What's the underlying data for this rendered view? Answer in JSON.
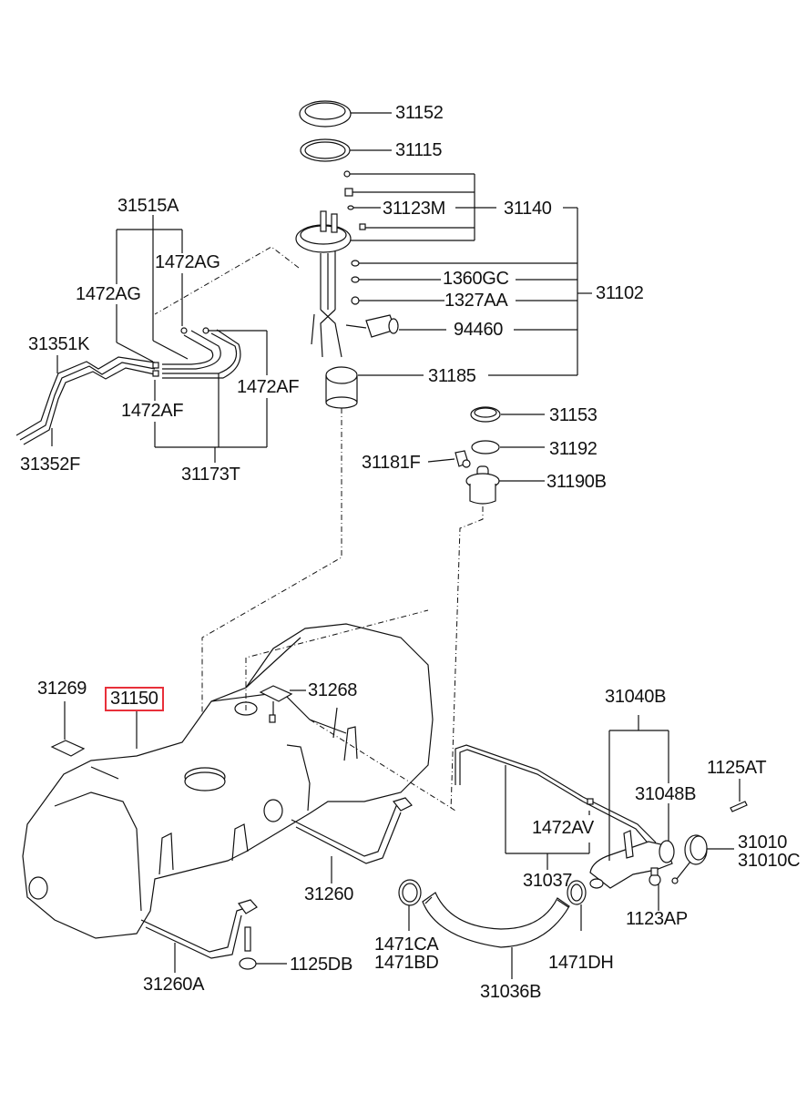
{
  "diagram": {
    "title": "Fuel Tank Assembly - Exploded Parts Diagram",
    "highlight_color": "#e8303a",
    "highlighted_part": "31150",
    "labels": {
      "p31152": "31152",
      "p31115": "31115",
      "p31123M": "31123M",
      "p31140": "31140",
      "p31515A": "31515A",
      "p1472AG_a": "1472AG",
      "p1472AG_b": "1472AG",
      "p1360GC": "1360GC",
      "p1327AA": "1327AA",
      "p31102": "31102",
      "p94460": "94460",
      "p31351K": "31351K",
      "p1472AF_a": "1472AF",
      "p1472AF_b": "1472AF",
      "p31185": "31185",
      "p31352F": "31352F",
      "p31173T": "31173T",
      "p31153": "31153",
      "p31192": "31192",
      "p31181F": "31181F",
      "p31190B": "31190B",
      "p31269": "31269",
      "p31150": "31150",
      "p31268": "31268",
      "p31040B": "31040B",
      "p1125AT": "1125AT",
      "p31048B": "31048B",
      "p1472AV": "1472AV",
      "p31010": "31010",
      "p31010C": "31010C",
      "p31037": "31037",
      "p31260": "31260",
      "p1123AP": "1123AP",
      "p1471CA": "1471CA",
      "p1471BD": "1471BD",
      "p1471DH": "1471DH",
      "p1125DB": "1125DB",
      "p31260A": "31260A",
      "p31036B": "31036B"
    }
  }
}
